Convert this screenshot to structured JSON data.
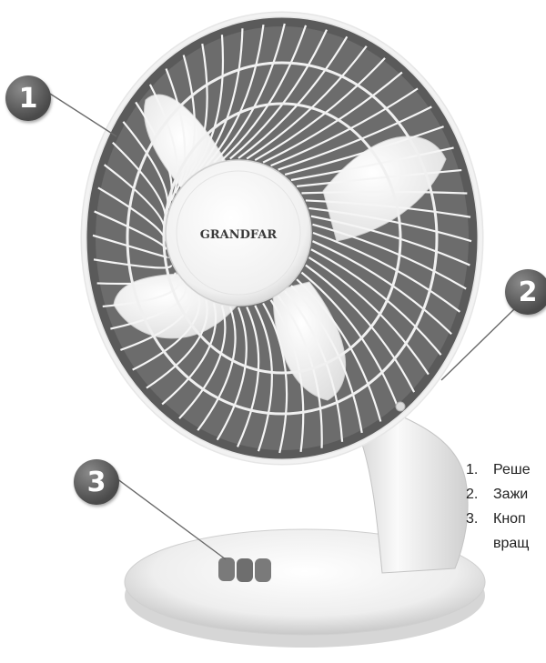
{
  "product": {
    "brand_logo": "GRANDFAR"
  },
  "callouts": [
    {
      "number": "1"
    },
    {
      "number": "2"
    },
    {
      "number": "3"
    }
  ],
  "legend": {
    "items": [
      {
        "num": "1.",
        "text": "Реше"
      },
      {
        "num": "2.",
        "text": "Зажи"
      },
      {
        "num": "3.",
        "text": "Кноп"
      }
    ],
    "continuation": "вращ"
  },
  "colors": {
    "fan_body": "#f2f2f2",
    "fan_shadow": "#bdbdbd",
    "callout_fill": "#5a5a5a",
    "callout_text": "#ffffff",
    "leader_line": "#6a6a6a",
    "legend_text": "#222222",
    "knob": "#777777"
  }
}
